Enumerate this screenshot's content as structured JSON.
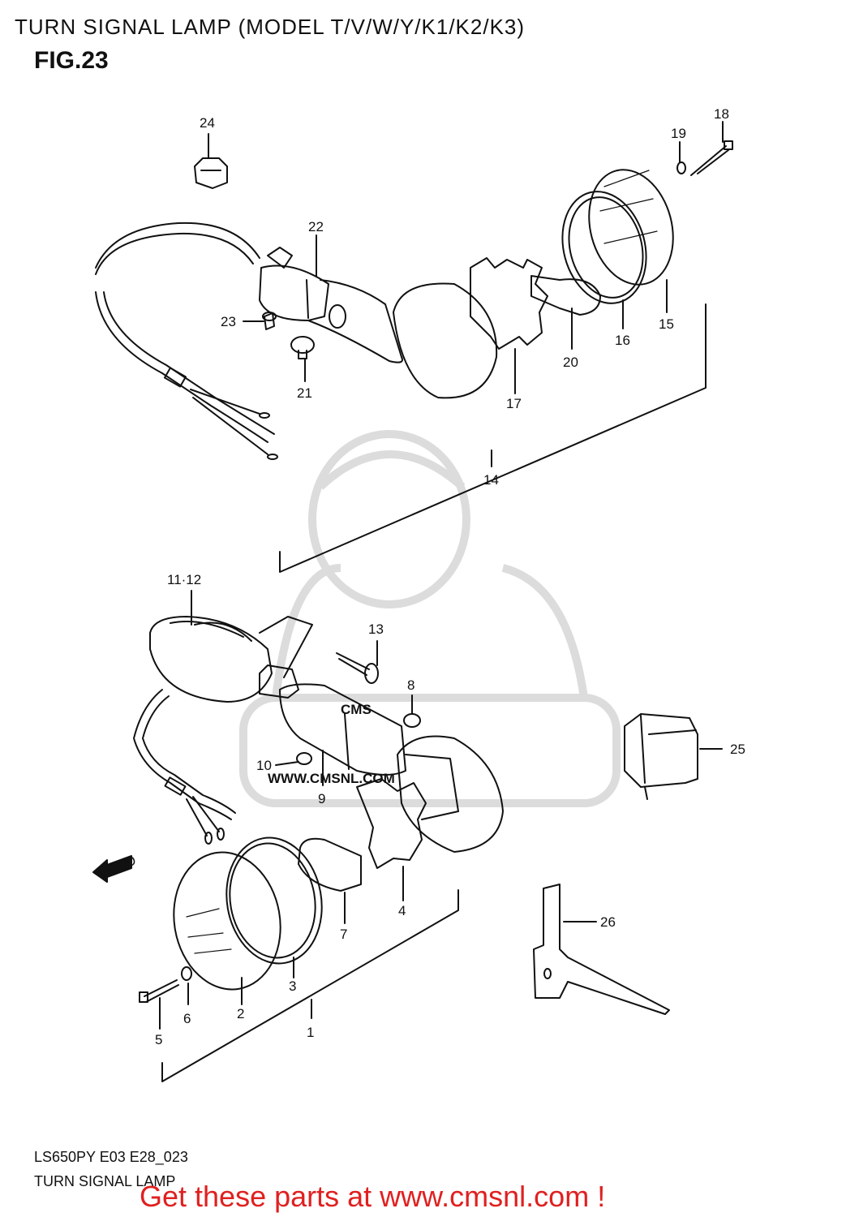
{
  "header": {
    "title": "TURN SIGNAL LAMP (MODEL T/V/W/Y/K1/K2/K3)",
    "figure": "FIG.23"
  },
  "footer": {
    "model_code": "LS650PY E03 E28_023",
    "caption": "TURN SIGNAL LAMP",
    "promo": "Get these parts at www.cmsnl.com !"
  },
  "watermark": {
    "brand": "CMS",
    "url": "WWW.CMSNL.COM"
  },
  "direction_arrow": "FWD",
  "callouts": {
    "c1": "1",
    "c2": "2",
    "c3": "3",
    "c4": "4",
    "c5": "5",
    "c6": "6",
    "c7": "7",
    "c8": "8",
    "c9": "9",
    "c10": "10",
    "c11_12": "11·12",
    "c13": "13",
    "c14": "14",
    "c15": "15",
    "c16": "16",
    "c17": "17",
    "c18": "18",
    "c19": "19",
    "c20": "20",
    "c21": "21",
    "c22": "22",
    "c23": "23",
    "c24": "24",
    "c25": "25",
    "c26": "26"
  },
  "colors": {
    "ink": "#111111",
    "watermark": "#d8d8d8",
    "promo": "#e02020"
  }
}
